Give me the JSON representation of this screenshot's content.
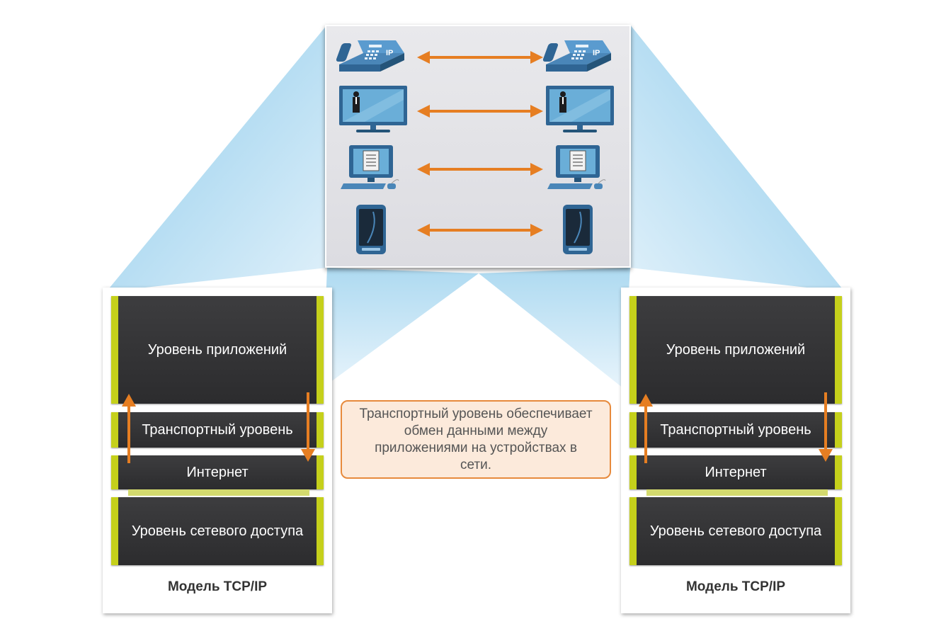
{
  "colors": {
    "beam": "#a9d7ef",
    "arrow_orange": "#e67e22",
    "layer_accent": "#c5d01b",
    "layer_dark": "#333335",
    "callout_border": "#e78a3c",
    "callout_fill": "#fceadb"
  },
  "devices": [
    {
      "name": "ip-phone",
      "icon": "ip-phone-icon",
      "badge": "IP"
    },
    {
      "name": "video-monitor",
      "icon": "video-monitor-icon"
    },
    {
      "name": "desktop-computer",
      "icon": "desktop-computer-icon"
    },
    {
      "name": "smartphone",
      "icon": "smartphone-icon"
    }
  ],
  "models": [
    {
      "side": "left",
      "layers": {
        "application": "Уровень приложений",
        "transport": "Транспортный уровень",
        "internet": "Интернет",
        "network_access": "Уровень сетевого доступа"
      },
      "caption": "Модель TCP/IP"
    },
    {
      "side": "right",
      "layers": {
        "application": "Уровень приложений",
        "transport": "Транспортный уровень",
        "internet": "Интернет",
        "network_access": "Уровень сетевого доступа"
      },
      "caption": "Модель TCP/IP"
    }
  ],
  "callout": {
    "text": "Транспортный уровень обеспечивает обмен данными между приложениями на устройствах в сети."
  }
}
